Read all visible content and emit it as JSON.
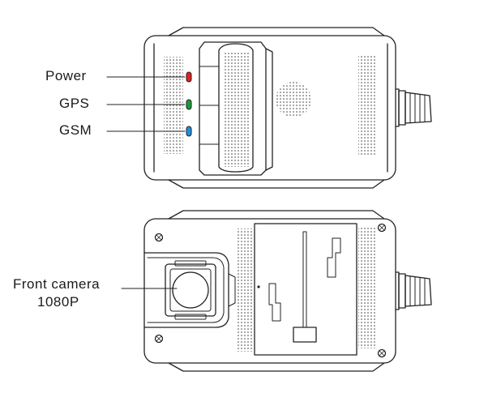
{
  "labels": {
    "power": "Power",
    "gps": "GPS",
    "gsm": "GSM",
    "front_camera_line1": "Front camera",
    "front_camera_line2": "1080P"
  },
  "colors": {
    "power_led": "#e31e24",
    "gps_led": "#1a9a3a",
    "gsm_led": "#1e90e0",
    "outline": "#222222"
  }
}
